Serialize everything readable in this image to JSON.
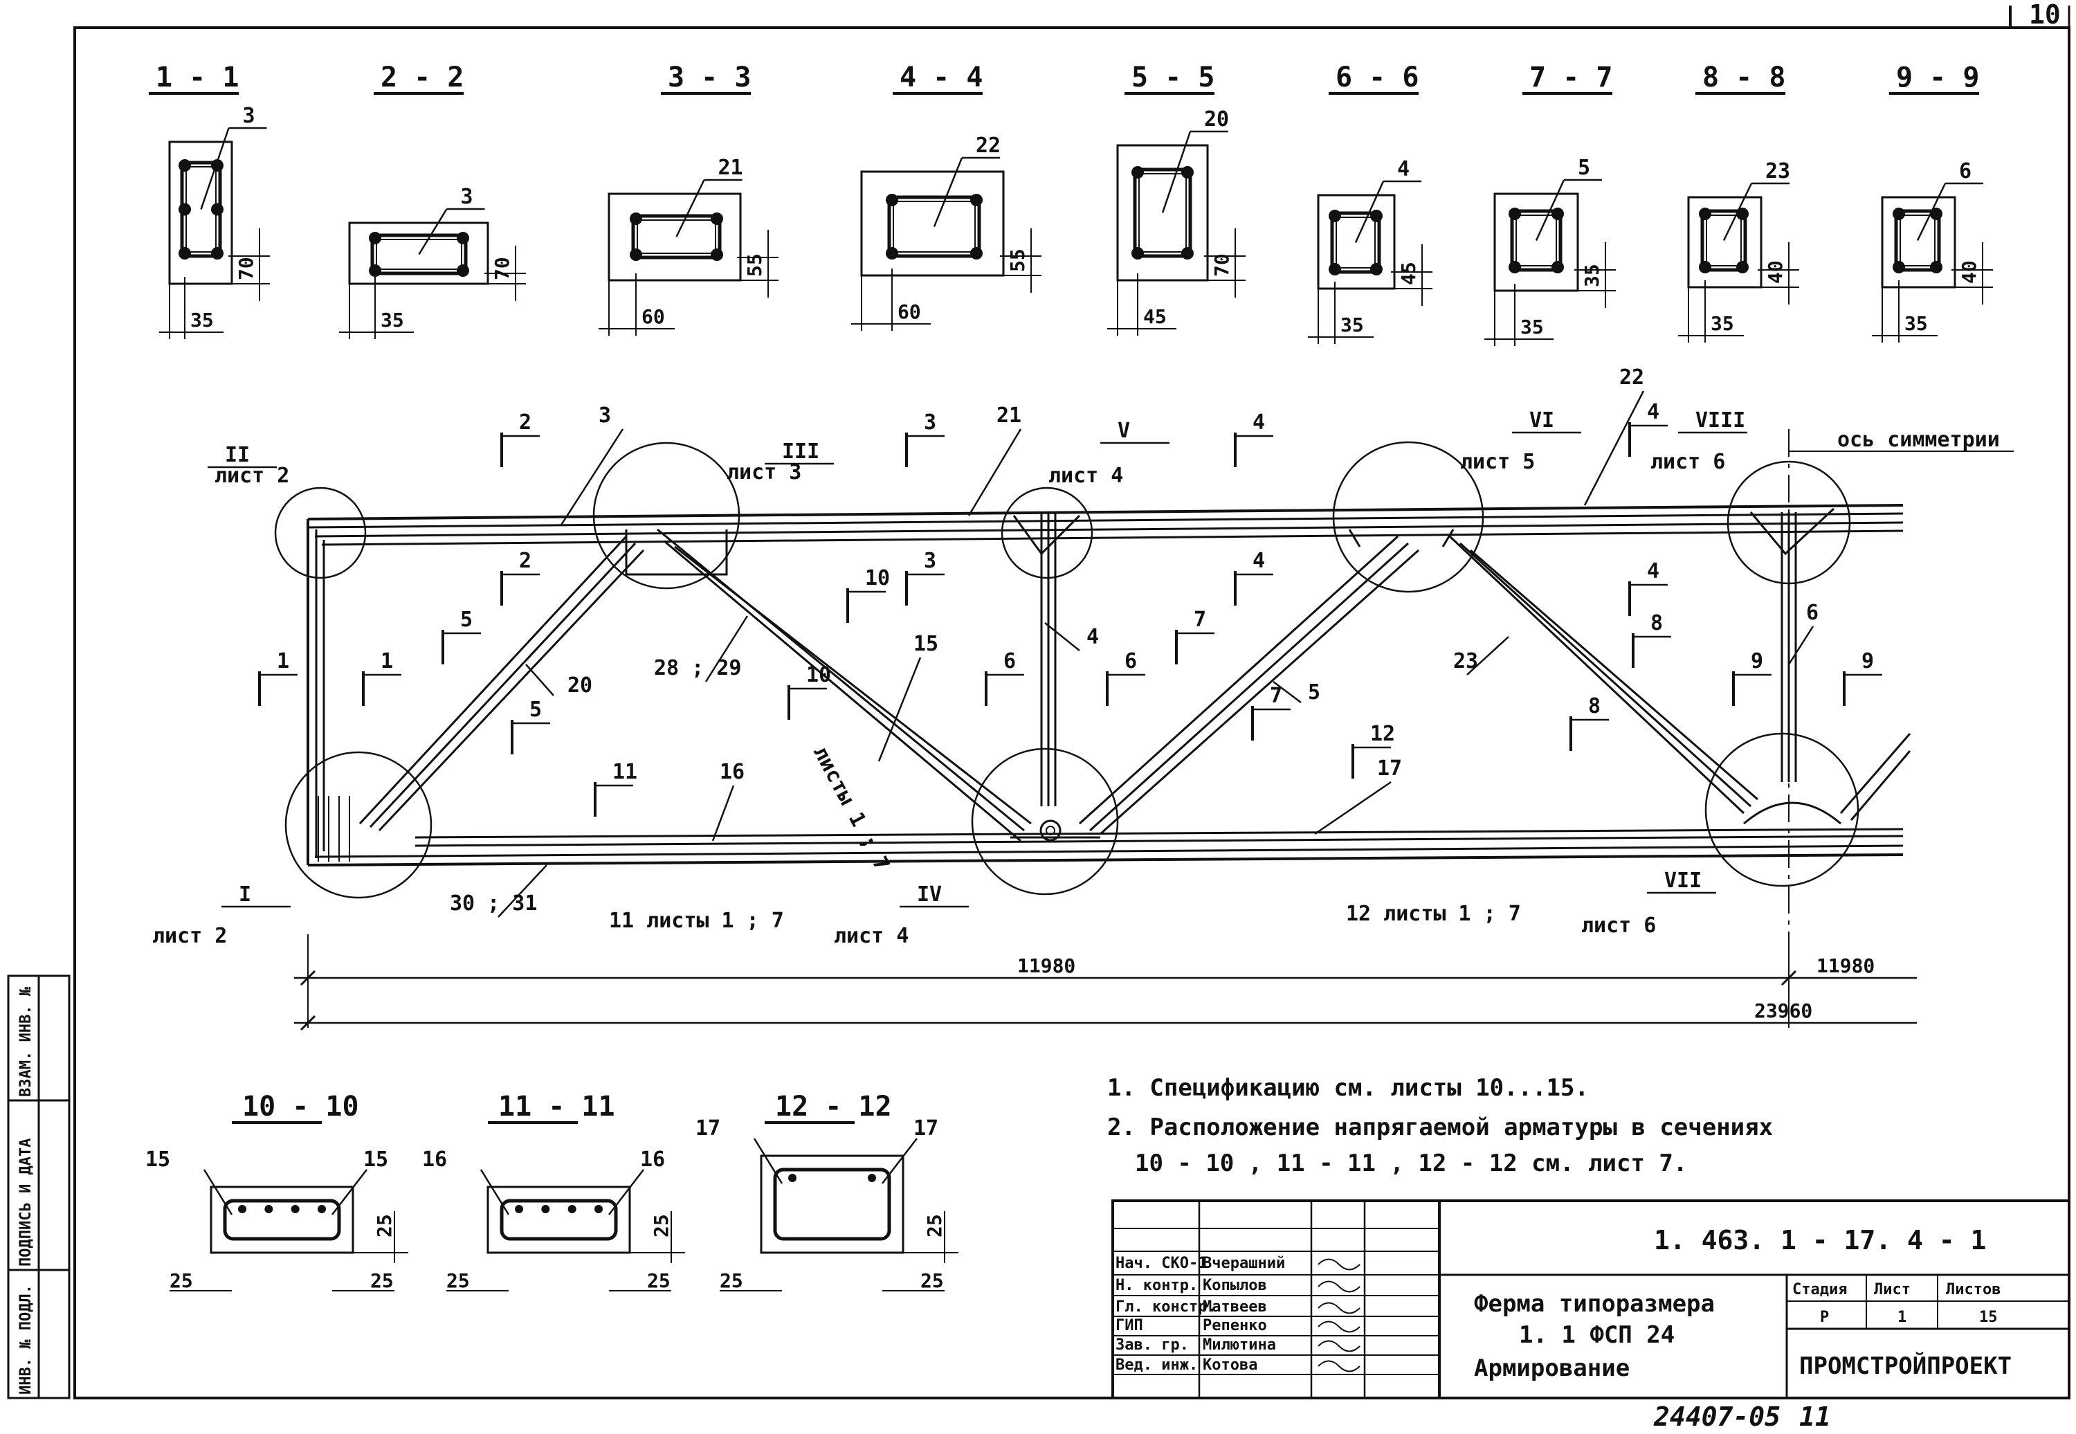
{
  "sheet": {
    "sheet_number_corner": "10",
    "bottom_number": "24407-05",
    "bottom_sheet": "11"
  },
  "side_stamp": {
    "swap_inv": "ВЗАМ. ИНВ. №",
    "sign_date": "ПОДПИСЬ И ДАТА",
    "inv_orig": "ИНВ. № ПОДЛ."
  },
  "sections_top": [
    {
      "title": "1 - 1",
      "pos": "3",
      "d1": "70",
      "d2": "35"
    },
    {
      "title": "2 - 2",
      "pos": "3",
      "d1": "70",
      "d2": "35"
    },
    {
      "title": "3 - 3",
      "pos": "21",
      "d1": "55",
      "d2": "60"
    },
    {
      "title": "4 - 4",
      "pos": "22",
      "d1": "55",
      "d2": "60"
    },
    {
      "title": "5 - 5",
      "pos": "20",
      "d1": "70",
      "d2": "45"
    },
    {
      "title": "6 - 6",
      "pos": "4",
      "d1": "45",
      "d2": "35"
    },
    {
      "title": "7 - 7",
      "pos": "5",
      "d1": "35",
      "d2": "35"
    },
    {
      "title": "8 - 8",
      "pos": "23",
      "d1": "40",
      "d2": "35"
    },
    {
      "title": "9 - 9",
      "pos": "6",
      "d1": "40",
      "d2": "35"
    }
  ],
  "truss": {
    "nodes": [
      {
        "roman": "II",
        "sheet": "лист 2"
      },
      {
        "roman": "III",
        "sheet": "лист 3"
      },
      {
        "roman": "V",
        "sheet": "лист 4"
      },
      {
        "roman": "VI",
        "sheet": "лист 5"
      },
      {
        "roman": "VIII",
        "sheet": "лист 6"
      },
      {
        "roman": "I",
        "sheet": "лист 2"
      },
      {
        "roman": "IV",
        "sheet": "лист 4"
      },
      {
        "roman": "VII",
        "sheet": "лист 6"
      }
    ],
    "symmetry_axis": "ось симметрии",
    "positions": [
      "3",
      "21",
      "22",
      "20",
      "15",
      "4",
      "5",
      "23",
      "6",
      "16",
      "17",
      "28 ; 29",
      "30 ; 31"
    ],
    "cut_labels": [
      "1",
      "2",
      "3",
      "4",
      "5",
      "6",
      "7",
      "8",
      "9",
      "10",
      "11",
      "12"
    ],
    "sheet_refs": {
      "r10": "листы 1 ; 7",
      "r11": "11 листы 1 ; 7",
      "r12": "12 листы 1 ; 7"
    },
    "dim_half_left": "11980",
    "dim_half_right": "11980",
    "dim_total": "23960"
  },
  "sections_bottom": [
    {
      "title": "10 - 10",
      "pos": "15",
      "d_side": "25",
      "d_left": "25",
      "d_right": "25"
    },
    {
      "title": "11 - 11",
      "pos": "16",
      "d_side": "25",
      "d_left": "25",
      "d_right": "25"
    },
    {
      "title": "12 - 12",
      "pos": "17",
      "d_side": "25",
      "d_left": "25",
      "d_right": "25"
    }
  ],
  "notes": [
    "1. Спецификацию см. листы 10...15.",
    "2. Расположение напрягаемой арматуры в сечениях",
    "10 - 10 , 11 - 11 , 12 - 12 см. лист 7."
  ],
  "title_block": {
    "doc_code": "1. 463. 1 - 17. 4 - 1",
    "title_line1": "Ферма типоразмера",
    "title_line2": "1. 1 ФСП 24",
    "title_line3": "Армирование",
    "stage_h": "Стадия",
    "sheet_h": "Лист",
    "sheets_h": "Листов",
    "stage": "Р",
    "sheet": "1",
    "sheets": "15",
    "org": "ПРОМСТРОЙПРОЕКТ",
    "staff": [
      {
        "role": "Нач. СКО-1",
        "name": "Вчерашний"
      },
      {
        "role": "Н. контр.",
        "name": "Копылов"
      },
      {
        "role": "Гл. констр.",
        "name": "Матвеев"
      },
      {
        "role": "ГИП",
        "name": "Репенко"
      },
      {
        "role": "Зав. гр.",
        "name": "Милютина"
      },
      {
        "role": "Вед. инж.",
        "name": "Котова"
      }
    ]
  }
}
